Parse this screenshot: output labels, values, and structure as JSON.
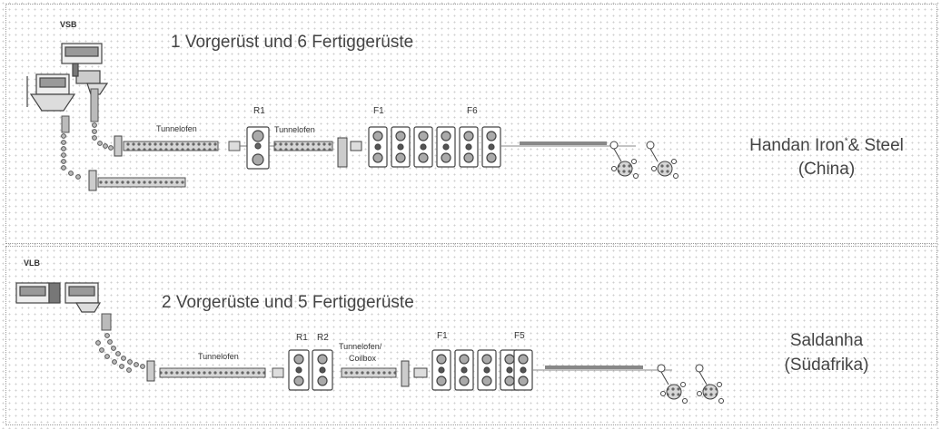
{
  "top": {
    "ladle_label": "VSB",
    "title": "1 Vorgerüst und 6 Fertiggerüste",
    "furnace_1": "Tunnelofen",
    "furnace_2": "Tunnelofen",
    "stand_r1": "R1",
    "stand_f1": "F1",
    "stand_f6": "F6",
    "plant_line1": "Handan Iron",
    "plant_mark": "*",
    "plant_line1b": "& Steel",
    "plant_line2": "(China)"
  },
  "bottom": {
    "ladle_label": "VLB",
    "title": "2 Vorgerüste und 5 Fertiggerüste",
    "furnace_1": "Tunnelofen",
    "stand_r1": "R1",
    "stand_r2": "R2",
    "furnace_2_line1": "Tunnelofen/",
    "furnace_2_line2": "Coilbox",
    "stand_f1": "F1",
    "stand_f5": "F5",
    "plant_line1": "Saldanha",
    "plant_line2": "(Südafrika)"
  },
  "colors": {
    "stroke": "#444444",
    "fill": "#bdbdbd",
    "dark": "#555555"
  }
}
